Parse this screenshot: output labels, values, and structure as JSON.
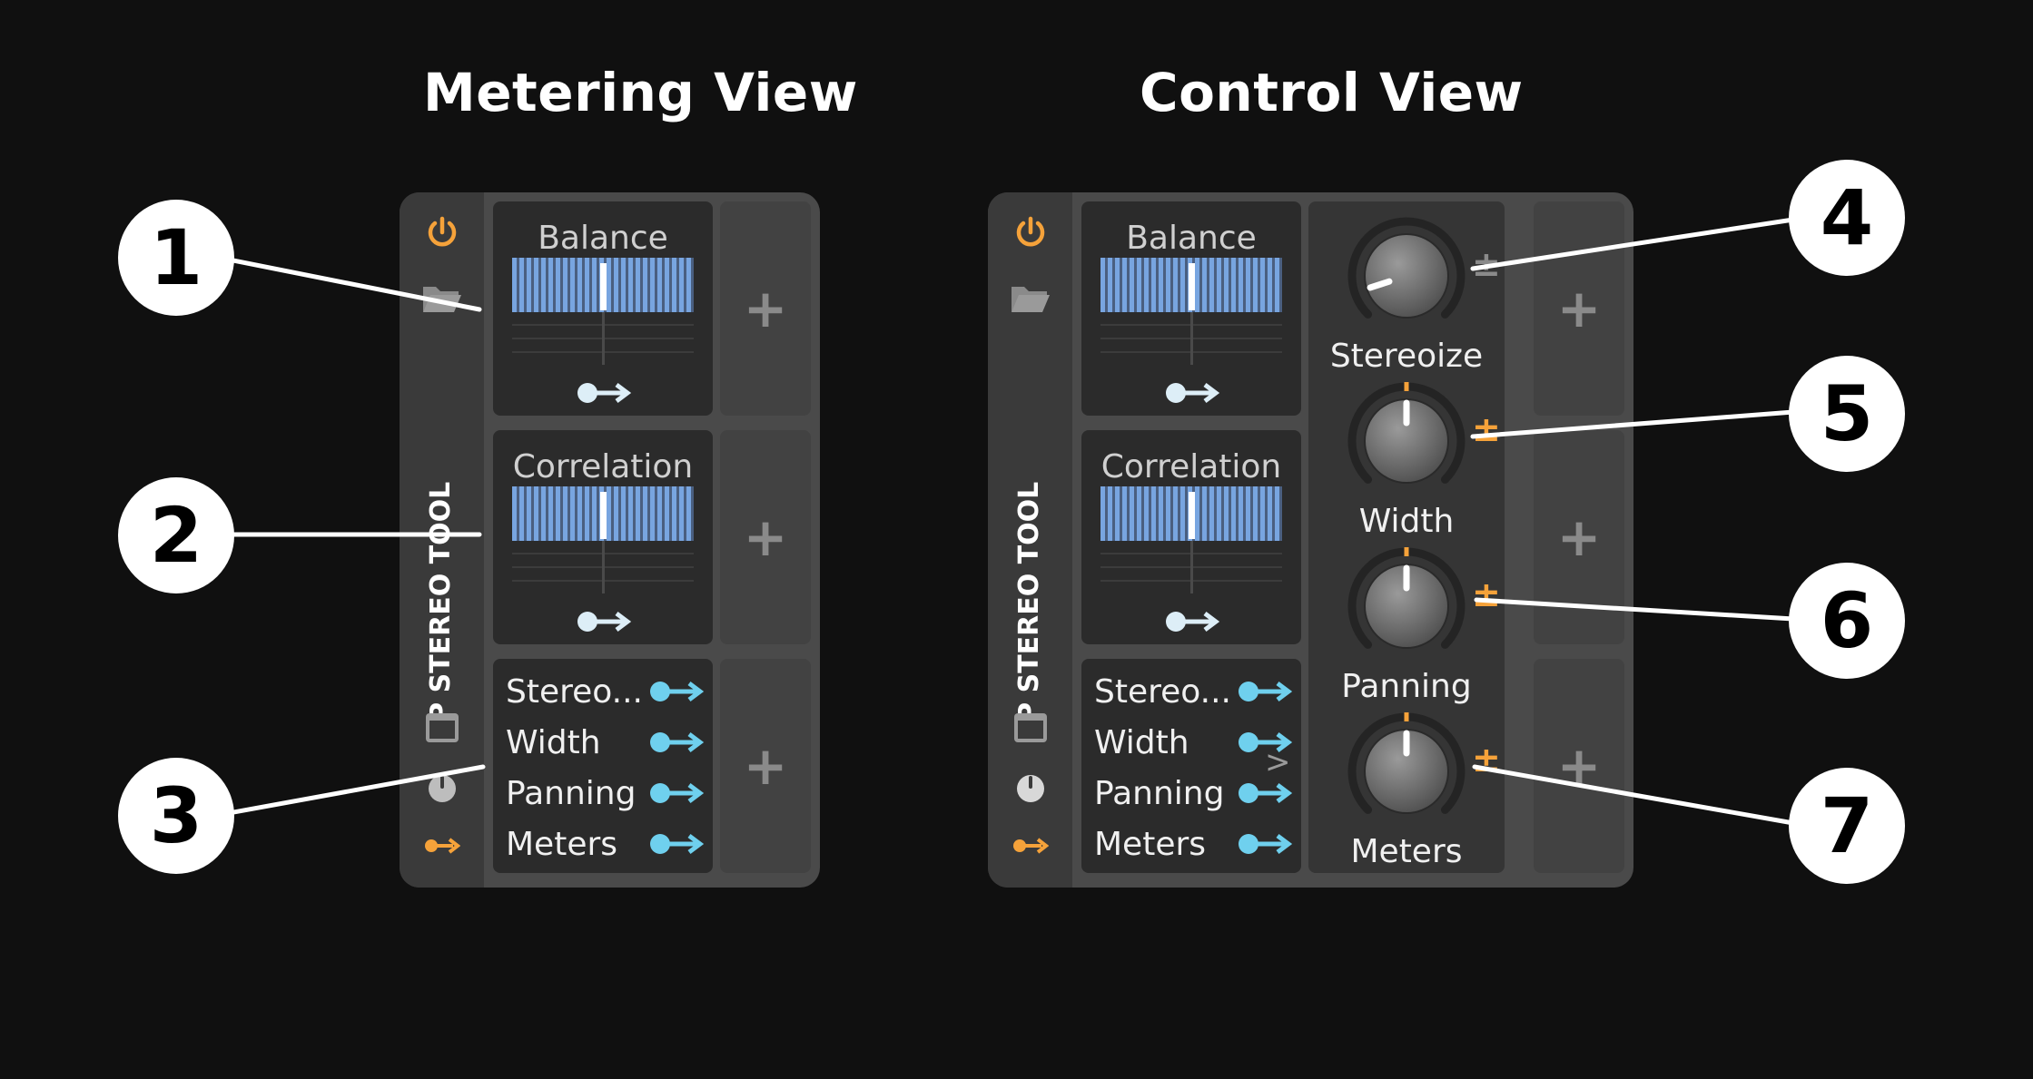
{
  "titles": {
    "metering": "Metering View",
    "control": "Control View"
  },
  "device_name": "JP STEREO TOOL",
  "colors": {
    "accent": "#f5a23a",
    "mod": "#6fd0ee",
    "meter": "#78a5e0",
    "panel": "#2b2b2b"
  },
  "icons": [
    "power-icon",
    "folder-icon",
    "window-icon",
    "knob-icon",
    "modulation-icon",
    "plus-icon"
  ],
  "metering_view": {
    "balance_title": "Balance",
    "correlation_title": "Correlation",
    "remotes": [
      "Stereo...",
      "Width",
      "Panning",
      "Meters"
    ],
    "plus": "+"
  },
  "control_view": {
    "balance_title": "Balance",
    "correlation_title": "Correlation",
    "remotes": [
      "Stereo...",
      "Width",
      "Panning",
      "Meters"
    ],
    "knobs": [
      {
        "label": "Stereoize",
        "value": 0.1
      },
      {
        "label": "Width",
        "value": 0.5
      },
      {
        "label": "Panning",
        "value": 0.5
      },
      {
        "label": "Meters",
        "value": 0.5
      }
    ],
    "pm_symbol": "±",
    "expand_glyph": ">",
    "plus": "+"
  },
  "callouts": [
    "1",
    "2",
    "3",
    "4",
    "5",
    "6",
    "7"
  ]
}
